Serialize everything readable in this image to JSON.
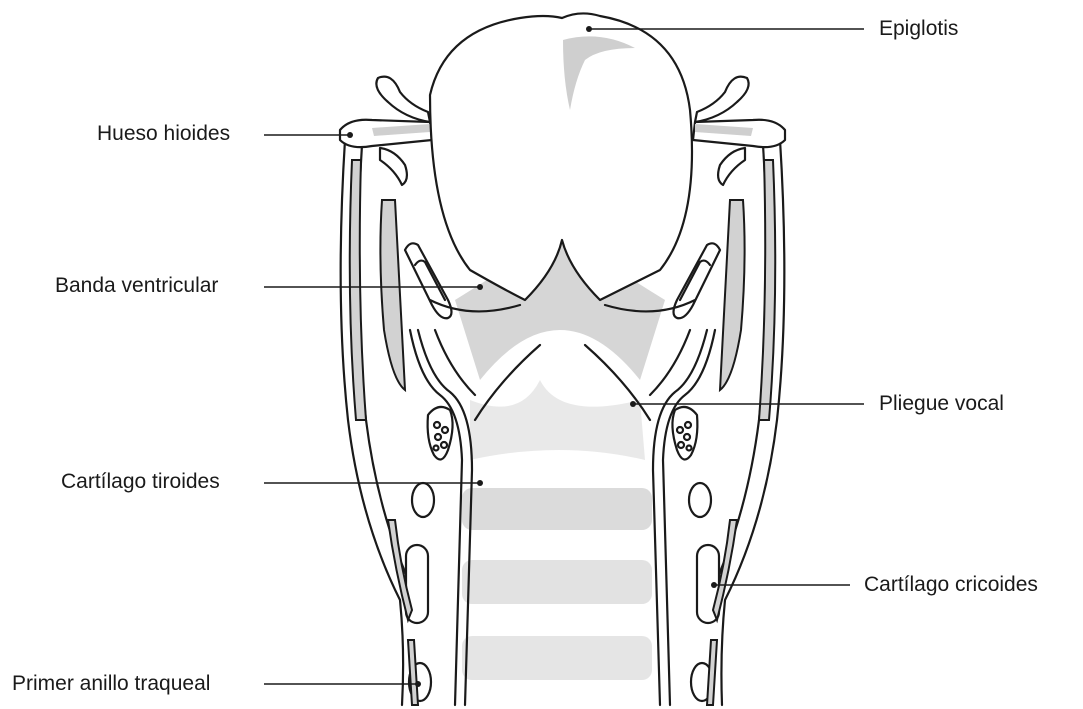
{
  "labels": {
    "epiglotis": "Epiglotis",
    "hueso_hioides": "Hueso hioides",
    "banda_ventricular": "Banda ventricular",
    "pliegue_vocal": "Pliegue vocal",
    "cartilago_tiroides": "Cartílago tiroides",
    "cartilago_cricoides": "Cartílago cricoides",
    "primer_anillo_traqueal": "Primer anillo traqueal"
  }
}
